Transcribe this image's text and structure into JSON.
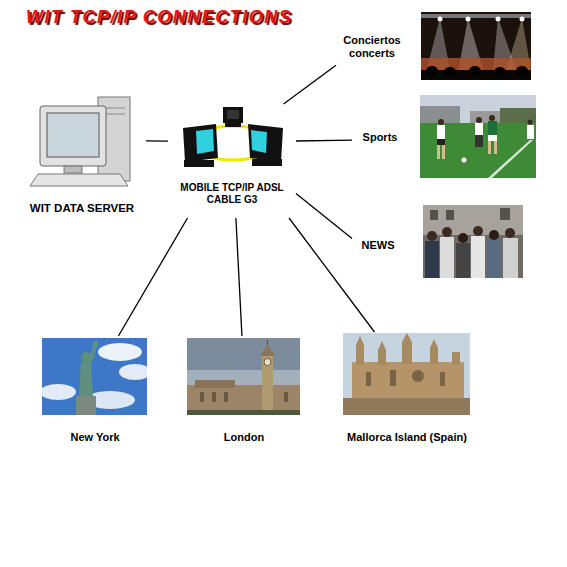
{
  "diagram": {
    "title": "WIT TCP/IP CONNECTIONS",
    "nodes": [
      {
        "text": [
          "WIT DATA SERVER"
        ]
      },
      {
        "text": [
          "MOBILE TCP/IP ADSL CABLE G3"
        ]
      },
      {
        "text": [
          "Conciertos concerts"
        ]
      },
      {
        "text": [
          "Sports"
        ]
      },
      {
        "text": [
          "NEWS"
        ]
      },
      {
        "text": [
          "New York"
        ]
      },
      {
        "text": [
          "London"
        ]
      },
      {
        "text": [
          "Mallorca Island (Spain)"
        ]
      }
    ],
    "edges": [
      {
        "from": 0,
        "to": 1,
        "arrow": "none"
      },
      {
        "from": 1,
        "to": 2,
        "arrow": "none"
      },
      {
        "from": 1,
        "to": 3,
        "arrow": "none"
      },
      {
        "from": 1,
        "to": 4,
        "arrow": "none"
      },
      {
        "from": 1,
        "to": 5,
        "arrow": "none"
      },
      {
        "from": 1,
        "to": 6,
        "arrow": "none"
      },
      {
        "from": 1,
        "to": 7,
        "arrow": "none"
      }
    ]
  }
}
